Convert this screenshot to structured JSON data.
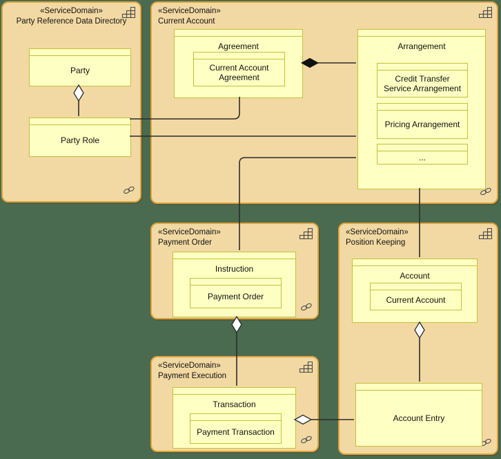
{
  "diagram": {
    "kind": "service-domain-diagram",
    "stereotype": "«ServiceDomain»"
  },
  "colors": {
    "background": "#4a6b50",
    "domain_fill": "#f2d9a3",
    "domain_border": "#dfa33c",
    "object_fill": "#feffc2",
    "object_border": "#c2c13b",
    "connector": "#2b2b2b"
  },
  "icons": {
    "corner_top_right": "module-grid-icon",
    "corner_bottom_right": "chain-link-icon"
  },
  "domains": {
    "party_reference": {
      "stereotype": "«ServiceDomain»",
      "name": "Party Reference Data Directory"
    },
    "current_account": {
      "stereotype": "«ServiceDomain»",
      "name": "Current Account"
    },
    "payment_order": {
      "stereotype": "«ServiceDomain»",
      "name": "Payment Order"
    },
    "position_keeping": {
      "stereotype": "«ServiceDomain»",
      "name": "Position Keeping"
    },
    "payment_execution": {
      "stereotype": "«ServiceDomain»",
      "name": "Payment Execution"
    }
  },
  "objects": {
    "party": "Party",
    "party_role": "Party Role",
    "agreement": "Agreement",
    "current_account_agreement": "Current Account Agreement",
    "arrangement": "Arrangement",
    "credit_transfer_service_arrangement": "Credit Transfer Service Arrangement",
    "pricing_arrangement": "Pricing Arrangement",
    "more_ellipsis": "...",
    "instruction": "Instruction",
    "payment_order": "Payment Order",
    "account": "Account",
    "current_account": "Current Account",
    "account_entry": "Account Entry",
    "transaction": "Transaction",
    "payment_transaction": "Payment Transaction"
  },
  "relations": [
    {
      "from": "party",
      "to": "party_role",
      "type": "aggregation"
    },
    {
      "from": "agreement",
      "to": "arrangement",
      "type": "composition"
    },
    {
      "from": "party_role",
      "to": "agreement",
      "type": "association"
    },
    {
      "from": "party_role",
      "to": "arrangement",
      "type": "association"
    },
    {
      "from": "arrangement",
      "to": "instruction",
      "type": "association"
    },
    {
      "from": "arrangement",
      "to": "account",
      "type": "association"
    },
    {
      "from": "instruction",
      "to": "transaction",
      "type": "aggregation"
    },
    {
      "from": "account",
      "to": "account_entry",
      "type": "aggregation"
    },
    {
      "from": "transaction",
      "to": "account_entry",
      "type": "aggregation"
    }
  ]
}
